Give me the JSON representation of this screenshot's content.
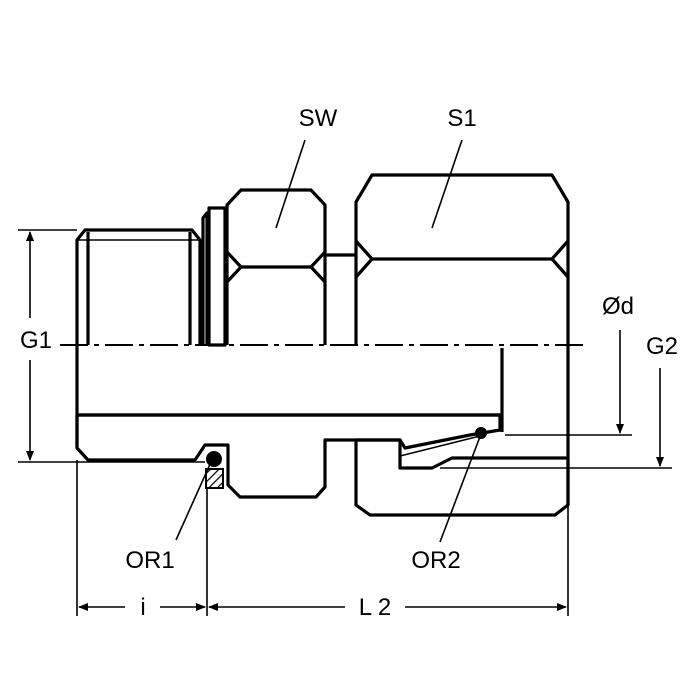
{
  "labels": {
    "sw": "SW",
    "s1": "S1",
    "g1": "G1",
    "g2": "G2",
    "d": "Ød",
    "or1": "OR1",
    "or2": "OR2",
    "i": "i",
    "l2": "L 2"
  },
  "colors": {
    "line": "#000000",
    "background": "#ffffff"
  }
}
